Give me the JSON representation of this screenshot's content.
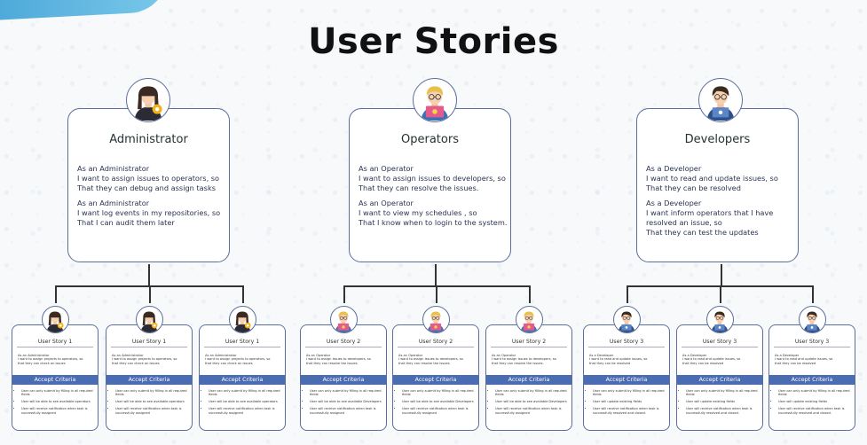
{
  "title": "User Stories",
  "roles": [
    {
      "name": "Administrator",
      "icon": "admin-woman-icon",
      "stories": [
        [
          "As an Administrator",
          "I want to assign issues to operators, so",
          "That they can debug and assign tasks"
        ],
        [
          "As an Administrator",
          "I want log events in my repositories, so",
          "That I can audit them later"
        ]
      ]
    },
    {
      "name": "Operators",
      "icon": "operator-man-icon",
      "stories": [
        [
          "As an Operator",
          "I want to assign issues to developers, so",
          "That they can resolve the issues."
        ],
        [
          "As an Operator",
          "I want to view my schedules , so",
          "That I know when to login to the system."
        ]
      ]
    },
    {
      "name": "Developers",
      "icon": "developer-man-icon",
      "stories": [
        [
          "As a Developer",
          "I want to read and update issues, so",
          "That they can be resolved"
        ],
        [
          "As a Developer",
          "I want inform operators that I have",
          "resolved an issue, so",
          "That they can test the updates"
        ]
      ]
    }
  ],
  "sub_cards": [
    {
      "title": "User Story 1",
      "text": "As an Administrator\nI want to assign projects to operators, so\nthat they can check on issues",
      "criteria": "Accept Criteria",
      "bullets": [
        "User can only submit by filling in all required fields",
        "User will be able to see available operators",
        "User will receive notification when task is successfully assigned"
      ]
    },
    {
      "title": "User Story 1",
      "text": "As an Administrator\nI want to assign projects to operators, so\nthat they can check on issues",
      "criteria": "Accept Criteria",
      "bullets": [
        "User can only submit by filling in all required fields",
        "User will be able to see available operators",
        "User will receive notification when task is successfully assigned"
      ]
    },
    {
      "title": "User Story 1",
      "text": "As an Administrator\nI want to assign projects to operators, so\nthat they can check on issues",
      "criteria": "Accept Criteria",
      "bullets": [
        "User can only submit by filling in all required fields",
        "User will be able to see available operators",
        "User will receive notification when task is successfully assigned"
      ]
    },
    {
      "title": "User Story 2",
      "text": "As an Operator\nI want to assign issues to developers, so\nthat they can resolve the issues.",
      "criteria": "Accept Criteria",
      "bullets": [
        "User can only submit by filling in all required fields",
        "User will be able to see available Developers",
        "User will receive notification when task is successfully assigned"
      ]
    },
    {
      "title": "User Story 2",
      "text": "As an Operator\nI want to assign issues to developers, so\nthat they can resolve the issues.",
      "criteria": "Accept Criteria",
      "bullets": [
        "User can only submit by filling in all required fields",
        "User will be able to see available Developers",
        "User will receive notification when task is successfully assigned"
      ]
    },
    {
      "title": "User Story 2",
      "text": "As an Operator\nI want to assign issues to developers, so\nthat they can resolve the issues.",
      "criteria": "Accept Criteria",
      "bullets": [
        "User can only submit by filling in all required fields",
        "User will be able to see available Developers",
        "User will receive notification when task is successfully assigned"
      ]
    },
    {
      "title": "User Story 3",
      "text": "As a Developer\nI want to read and update issues, so\nthat they can be resolved",
      "criteria": "Accept Criteria",
      "bullets": [
        "User can only submit by filling in all required fields",
        "User will update existing fields",
        "User will receive notification when task is successfully resolved and closed."
      ]
    },
    {
      "title": "User Story 3",
      "text": "As a Developer\nI want to read and update issues, so\nthat they can be resolved",
      "criteria": "Accept Criteria",
      "bullets": [
        "User can only submit by filling in all required fields",
        "User will update existing fields",
        "User will receive notification when task is successfully resolved and closed."
      ]
    },
    {
      "title": "User Story 3",
      "text": "As a Developer\nI want to read and update issues, so\nthat they can be resolved",
      "criteria": "Accept Criteria",
      "bullets": [
        "User can only submit by filling in all required fields",
        "User will update existing fields",
        "User will receive notification when task is successfully resolved and closed."
      ]
    }
  ]
}
